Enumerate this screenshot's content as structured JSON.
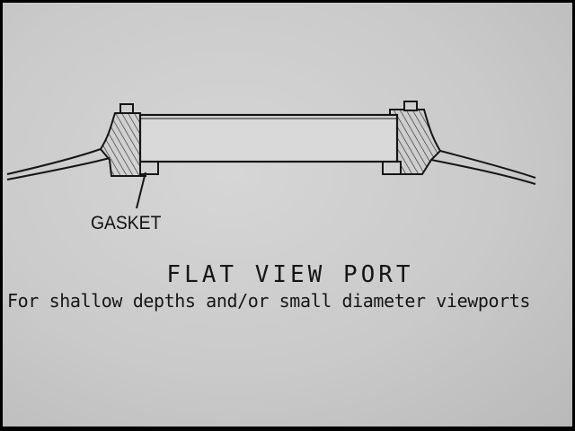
{
  "diagram": {
    "callout_label": "GASKET",
    "title": "FLAT VIEW PORT",
    "subtitle": "For shallow depths and/or small diameter viewports"
  },
  "colors": {
    "background": "#cbcbcb",
    "ink": "#141414",
    "border": "#000000"
  }
}
